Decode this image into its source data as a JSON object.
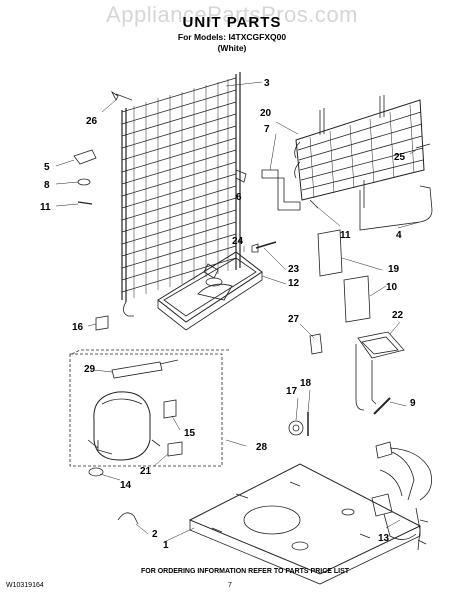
{
  "watermark": "AppliancePartsPros.com",
  "header": {
    "title": "UNIT PARTS",
    "models": "For Models: I4TXCGFXQ00",
    "color": "(White)"
  },
  "callouts": [
    "1",
    "2",
    "3",
    "4",
    "5",
    "6",
    "7",
    "8",
    "9",
    "10",
    "11",
    "11",
    "12",
    "13",
    "14",
    "15",
    "16",
    "17",
    "18",
    "19",
    "20",
    "21",
    "22",
    "23",
    "24",
    "25",
    "26",
    "27",
    "28",
    "29"
  ],
  "footer": {
    "doc_number": "W10319164",
    "ordering_note": "FOR ORDERING INFORMATION REFER TO PARTS PRICE LIST",
    "page": "7"
  }
}
